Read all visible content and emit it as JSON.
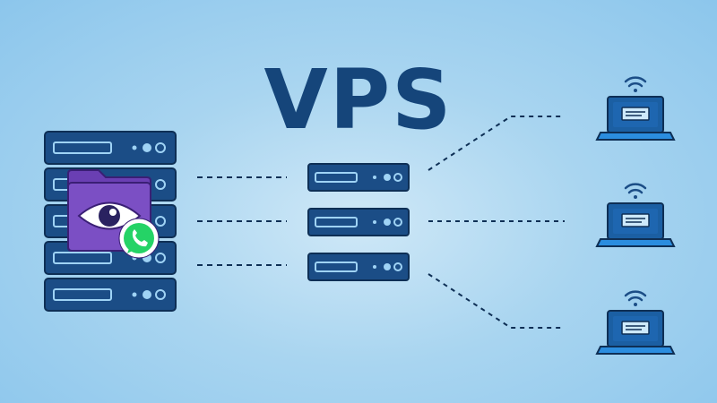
{
  "title": "VPS",
  "colors": {
    "background_center": "#cfe8f7",
    "background_edge": "#8cc6ec",
    "title": "#15457a",
    "server_body": "#1b4d86",
    "server_outline": "#0e2f55",
    "indicator": "#9fd3f5",
    "dash_line": "#0e2f55",
    "laptop_screen": "#1b5fa3",
    "laptop_base": "#2b8ddf",
    "folder": "#7b4fc4",
    "whatsapp_green": "#25d366"
  },
  "icons": {
    "server_rack": "server-rack-icon",
    "vps_server": "vps-server-icon",
    "laptop": "laptop-icon",
    "wifi": "wifi-icon",
    "folder_eye": "folder-eye-icon",
    "whatsapp": "whatsapp-icon"
  },
  "counts": {
    "rack_units": 5,
    "vps_servers": 3,
    "laptops": 3
  }
}
